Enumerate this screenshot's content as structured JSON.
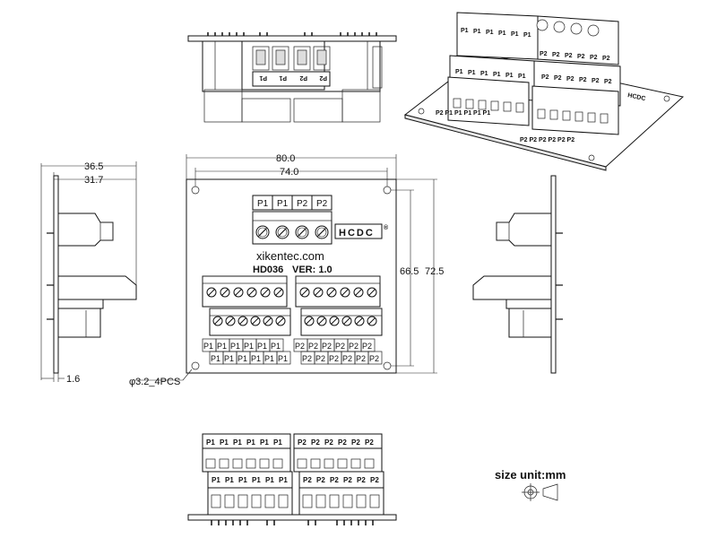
{
  "dimensions": {
    "width_outer": "80.0",
    "width_inner": "74.0",
    "height_inner": "66.5",
    "height_outer": "72.5",
    "side_outer": "36.5",
    "side_inner": "31.7",
    "thickness": "1.6",
    "hole": "φ3.2_4PCS"
  },
  "board": {
    "brand": "HCDC",
    "website": "xikentec.com",
    "model": "HD036",
    "version": "VER: 1.0",
    "trademark": "®"
  },
  "labels": {
    "p1": "P1",
    "p2": "P2"
  },
  "power_labels": [
    "P1",
    "P1",
    "P2",
    "P2"
  ],
  "unit": "size unit:mm"
}
